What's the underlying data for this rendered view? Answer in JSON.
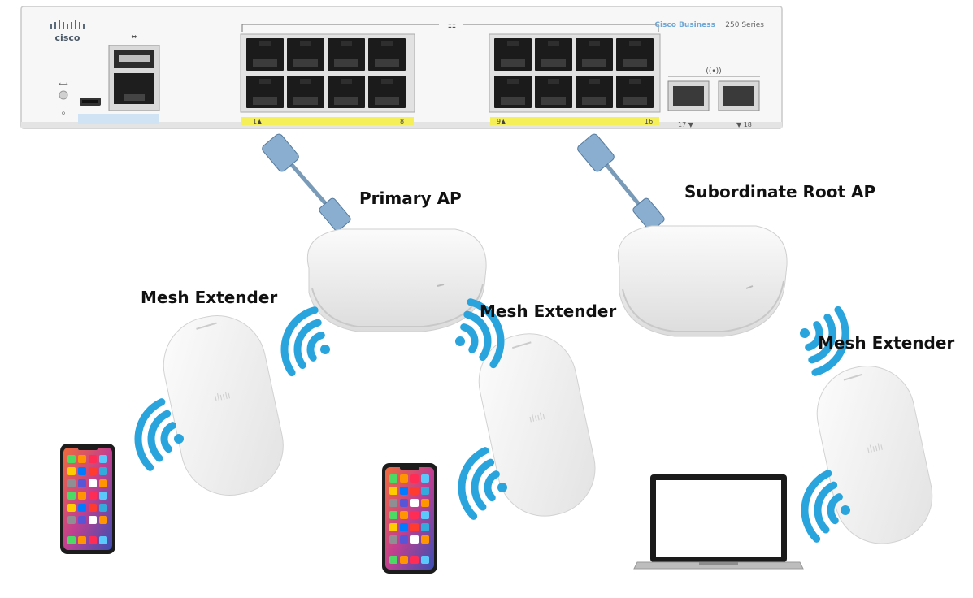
{
  "switch": {
    "brand": "cisco",
    "series": "Cisco Business",
    "model": "250 Series",
    "port_group_left_start": "1",
    "port_group_left_end": "8",
    "port_group_right_start": "9",
    "port_group_right_end": "16",
    "sfp_left": "17",
    "sfp_right": "18"
  },
  "labels": {
    "primary_ap": "Primary AP",
    "subordinate_root_ap": "Subordinate Root AP",
    "mesh_extender_1": "Mesh Extender",
    "mesh_extender_2": "Mesh Extender",
    "mesh_extender_3": "Mesh Extender"
  },
  "colors": {
    "wifi": "#2aa4dc",
    "cable": "#7a9bb8",
    "port_highlight": "#f5ef5a",
    "device_body": "#f2f2f2"
  }
}
